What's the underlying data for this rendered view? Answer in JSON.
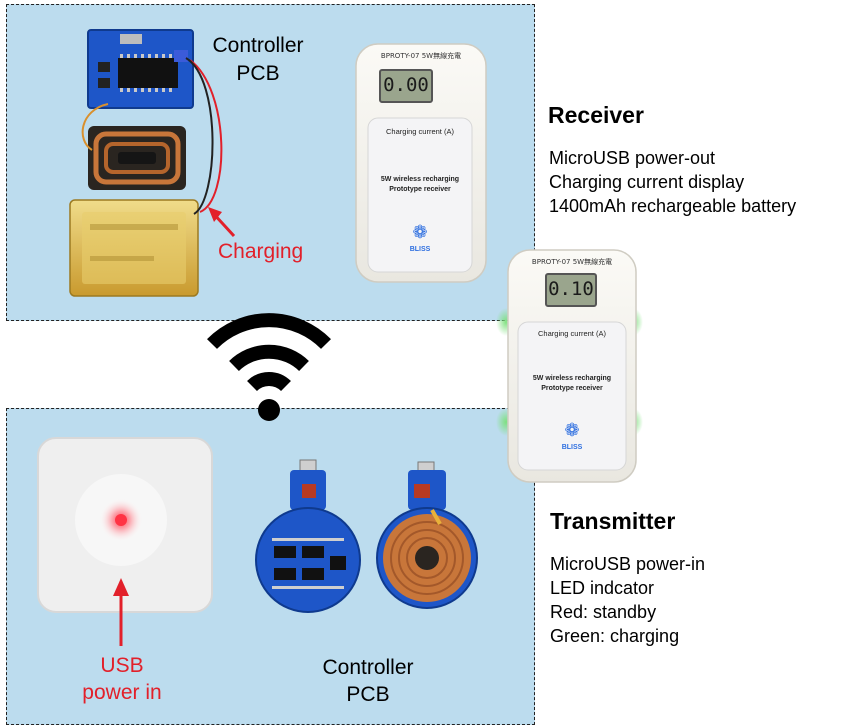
{
  "receiver": {
    "controller_label": [
      "Controller",
      "PCB"
    ],
    "charging_label": "Charging",
    "device": {
      "model": "BPROTY-07 5W無線充電",
      "display": "0.00",
      "current_label": "Charging current (A)",
      "desc_lines": [
        "5W wireless recharging",
        "Prototype receiver"
      ],
      "logo_text": "BLISS"
    },
    "heading": "Receiver",
    "features": [
      "MicroUSB power-out",
      "Charging current display",
      "1400mAh rechargeable battery"
    ]
  },
  "transmitter": {
    "usb_label": [
      "USB",
      "power in"
    ],
    "controller_label": [
      "Controller",
      "PCB"
    ],
    "device": {
      "model": "BPROTY-07 5W無線充電",
      "display": "0.10",
      "current_label": "Charging current (A)",
      "desc_lines": [
        "5W wireless recharging",
        "Prototype receiver"
      ],
      "logo_text": "BLISS"
    },
    "heading": "Transmitter",
    "features": [
      "MicroUSB power-in",
      "LED indcator",
      "Red: standby",
      "Green: charging"
    ]
  },
  "colors": {
    "panel_bg": "#bcdcee",
    "annotation_red": "#e2202a",
    "pcb_blue": "#1e56c8",
    "battery_gold": "#d8b64a",
    "coil_copper": "#c8763a",
    "led_green": "#7be07b",
    "led_red": "#ff3344"
  },
  "icons": [
    "wifi-icon",
    "bliss-logo-icon"
  ]
}
